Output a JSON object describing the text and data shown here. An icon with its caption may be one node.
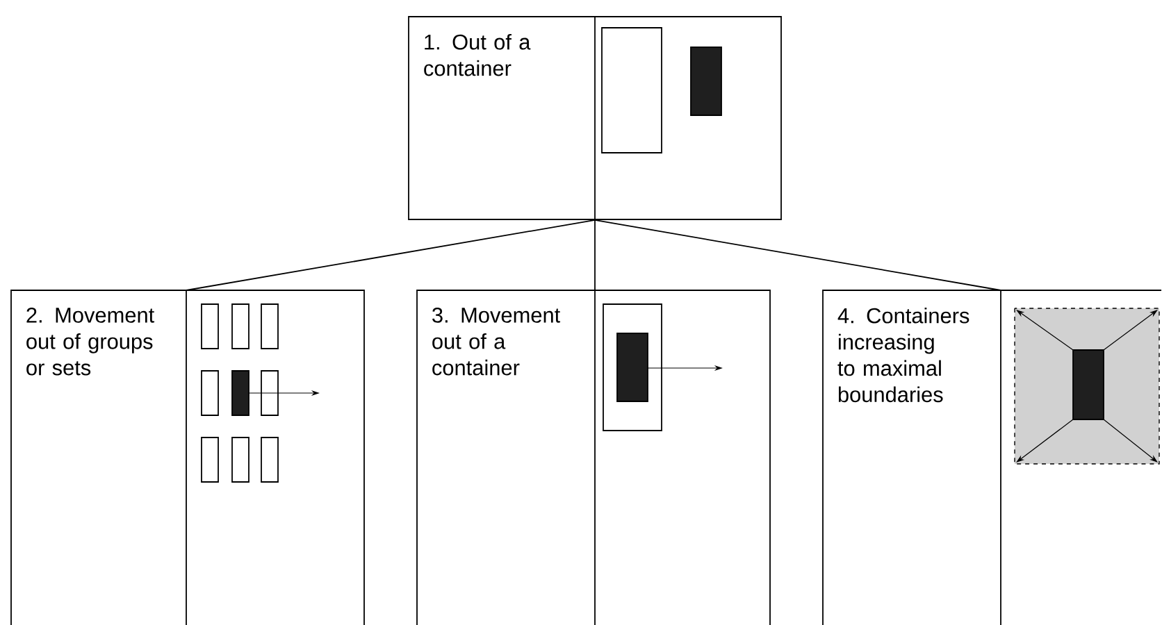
{
  "diagram": {
    "nodes": [
      {
        "text": [
          "1. Out of a container"
        ]
      },
      {
        "text": [
          "2. Movement out of groups or sets"
        ]
      },
      {
        "text": [
          "3. Movement out of a container"
        ]
      },
      {
        "text": [
          "4. Containers increasing to maximal boundaries"
        ]
      }
    ],
    "edges": [
      {
        "from": 0,
        "to": 1,
        "arrow": "none"
      },
      {
        "from": 0,
        "to": 2,
        "arrow": "none"
      },
      {
        "from": 0,
        "to": 3,
        "arrow": "none"
      }
    ]
  }
}
